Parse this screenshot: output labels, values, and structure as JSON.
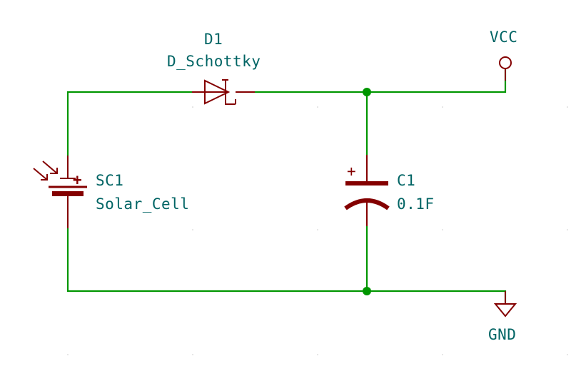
{
  "schematic": {
    "components": {
      "diode": {
        "ref": "D1",
        "value": "D_Schottky"
      },
      "solar_cell": {
        "ref": "SC1",
        "value": "Solar_Cell",
        "polarity_mark": "+"
      },
      "capacitor": {
        "ref": "C1",
        "value": "0.1F",
        "polarity_mark": "+"
      }
    },
    "power": {
      "vcc": {
        "label": "VCC"
      },
      "gnd": {
        "label": "GND"
      }
    },
    "colors": {
      "wire": "#009600",
      "component": "#840000",
      "label": "#006464",
      "junction": "#009600"
    }
  }
}
